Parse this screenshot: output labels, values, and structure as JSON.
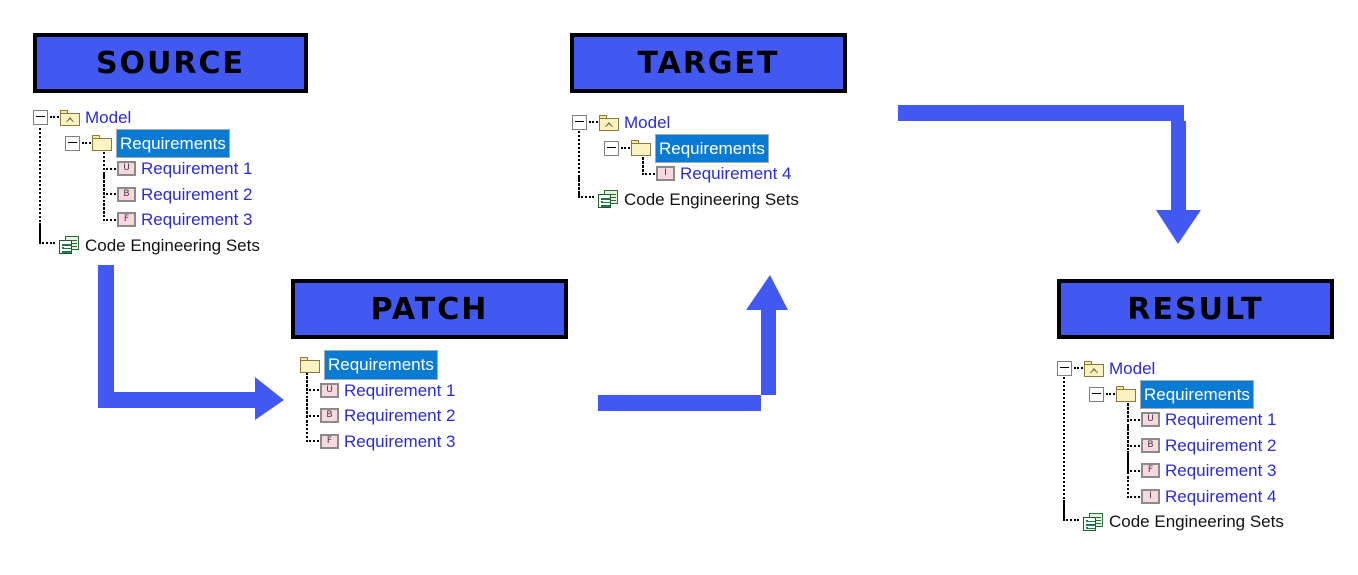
{
  "accent": {
    "panel_blue": "#4159f0",
    "arrow_blue": "#4159f0",
    "label_blue": "#2b2bd4",
    "selection_blue": "#0a7bd4",
    "folder_yellow": "#fdf3c2",
    "req_pink": "#f9d7de"
  },
  "panels": {
    "source": {
      "title": "SOURCE",
      "tree": [
        {
          "label": "Model",
          "icon": "package-folder-icon",
          "style": "link"
        },
        {
          "label": "Requirements",
          "icon": "folder-icon",
          "style": "selected"
        },
        {
          "label": "Requirement 1",
          "icon": "requirement-icon",
          "badge": "U",
          "style": "link"
        },
        {
          "label": "Requirement 2",
          "icon": "requirement-icon",
          "badge": "B",
          "style": "link"
        },
        {
          "label": "Requirement 3",
          "icon": "requirement-icon",
          "badge": "F",
          "style": "link"
        },
        {
          "label": "Code Engineering Sets",
          "icon": "code-engineering-sets-icon",
          "style": "plain"
        }
      ]
    },
    "target": {
      "title": "TARGET",
      "tree": [
        {
          "label": "Model",
          "icon": "package-folder-icon",
          "style": "link"
        },
        {
          "label": "Requirements",
          "icon": "folder-icon",
          "style": "selected"
        },
        {
          "label": "Requirement 4",
          "icon": "requirement-icon",
          "badge": "I",
          "style": "link"
        },
        {
          "label": "Code Engineering Sets",
          "icon": "code-engineering-sets-icon",
          "style": "plain"
        }
      ]
    },
    "patch": {
      "title": "PATCH",
      "tree": [
        {
          "label": "Requirements",
          "icon": "folder-icon",
          "style": "selected"
        },
        {
          "label": "Requirement 1",
          "icon": "requirement-icon",
          "badge": "U",
          "style": "link"
        },
        {
          "label": "Requirement 2",
          "icon": "requirement-icon",
          "badge": "B",
          "style": "link"
        },
        {
          "label": "Requirement 3",
          "icon": "requirement-icon",
          "badge": "F",
          "style": "link"
        }
      ]
    },
    "result": {
      "title": "RESULT",
      "tree": [
        {
          "label": "Model",
          "icon": "package-folder-icon",
          "style": "link"
        },
        {
          "label": "Requirements",
          "icon": "folder-icon",
          "style": "selected"
        },
        {
          "label": "Requirement 1",
          "icon": "requirement-icon",
          "badge": "U",
          "style": "link"
        },
        {
          "label": "Requirement 2",
          "icon": "requirement-icon",
          "badge": "B",
          "style": "link"
        },
        {
          "label": "Requirement 3",
          "icon": "requirement-icon",
          "badge": "F",
          "style": "link"
        },
        {
          "label": "Requirement 4",
          "icon": "requirement-icon",
          "badge": "I",
          "style": "link"
        },
        {
          "label": "Code Engineering Sets",
          "icon": "code-engineering-sets-icon",
          "style": "plain"
        }
      ]
    }
  },
  "arrows": [
    {
      "name": "source-to-patch-arrow",
      "direction": "down-then-right"
    },
    {
      "name": "patch-to-target-arrow",
      "direction": "right-then-up"
    },
    {
      "name": "target-to-result-arrow",
      "direction": "right-then-down"
    }
  ]
}
